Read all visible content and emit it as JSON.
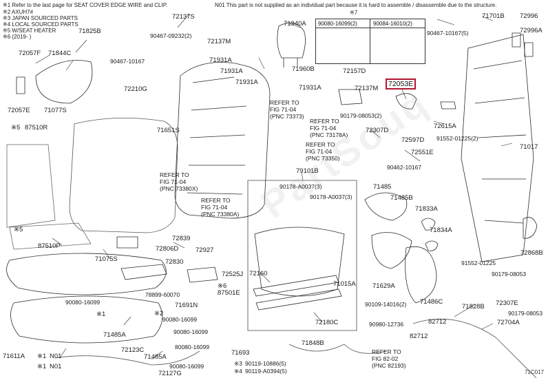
{
  "notes": {
    "n1": "※1  Refer to the last page for SEAT COVER EDGE WIRE and CLIP.",
    "n2": "※2  AXUH7#",
    "n3": "※3  JAPAN SOURCED PARTS",
    "n4": "※4  LOCAL SOURCED PARTS",
    "n5": "※5  W/SEAT HEATER",
    "n6": "※6  (2019- )",
    "n01": "N01  This part is not supplied as an individual part because it is hard to assemble / disassemble due to the structure.",
    "star7": "※7"
  },
  "parts": {
    "p72057F": "72057F",
    "p71844C": "71844C",
    "p71825B": "71825B",
    "p90467_10167_a": "90467-10167",
    "p72057E": "72057E",
    "p72210G": "72210G",
    "p71077S": "71077S",
    "p87510R": "87510R",
    "p90467_09232": "90467-09232(2)",
    "p72137S": "72137S",
    "p72137M_a": "72137M",
    "p71931A_a": "71931A",
    "p71931A_b": "71931A",
    "p71931A_c": "71931A",
    "p71931A_d": "71931A",
    "p71940A": "71940A",
    "p71960B": "71960B",
    "p72157D": "72157D",
    "p72137M_b": "72137M",
    "p72053E": "72053E",
    "p90179_08053_a": "90179-08053(2)",
    "p72307D": "72307D",
    "p72597D": "72597D",
    "p72615A": "72615A",
    "p71701B": "71701B",
    "p72996": "72996",
    "p72996A": "72996A",
    "p90467_10167_b": "90467-10167(5)",
    "p91552_01225": "91552-01225(2)",
    "p71017": "71017",
    "p72551E": "72551E",
    "p90462_10167": "90462-10167",
    "p71651S": "71651S",
    "p79101B": "79101B",
    "p90178_A0037_a": "90178-A0037(3)",
    "p90178_A0037_b": "90178-A0037(3)",
    "p71485": "71485",
    "p71485B": "71485B",
    "p71833A": "71833A",
    "p71834A": "71834A",
    "p72868B": "72868B",
    "p91552_01225_b": "91552-01225",
    "p90179_08053_b": "90179-08053",
    "p87510P": "87510P",
    "p71075S": "71075S",
    "p72839": "72839",
    "p72806D": "72806D",
    "p72830": "72830",
    "p72927": "72927",
    "p72525J": "72525J",
    "p87501E": "87501E",
    "p78899_60070": "78899-60070",
    "p71691N": "71691N",
    "p72160": "72160",
    "p71015A": "71015A",
    "p71629A": "71629A",
    "p71486C": "71486C",
    "p71828B": "71828B",
    "p72307E": "72307E",
    "p90179_08053_c": "90179-08053",
    "p90080_16099_a": "90080-16099",
    "p90080_16099_b": "90080-16099",
    "p90080_16099_c": "90080-16099",
    "p90109_14016": "90109-14016(2)",
    "p72180C": "72180C",
    "p90980_12736": "90980-12736",
    "p82712_a": "82712",
    "p82712_b": "82712",
    "p72704A": "72704A",
    "p71485A_a": "71485A",
    "p71485A_b": "71485A",
    "p72123C": "72123C",
    "p72127G": "72127G",
    "p71611A": "71611A",
    "pN01_a": "N01",
    "pN01_b": "N01",
    "p71693": "71693",
    "p71848B": "71848B",
    "p90119_10886": "90119-10886(5)",
    "p90119_A0394": "90119-A0394(5)",
    "p80080_16099": "80080-16099",
    "p90080_16099_d": "90080-16099"
  },
  "codebox": {
    "left_code": "90080-16099(2)",
    "right_code": "90084-16010(2)"
  },
  "refs": {
    "r1": "REFER TO\nFIG 71-04\n(PNC 73373)",
    "r2": "REFER TO\nFIG 71-04\n(PNC 73178A)",
    "r3": "REFER TO\nFIG 71-04\n(PNC 73350)",
    "r4": "REFER TO\nFIG 71-04\n(PNC 73380X)",
    "r5": "REFER TO\nFIG 71-04\n(PNC 73380A)",
    "r6": "REFER TO\nFIG 82-02\n(PNC 82193)"
  },
  "star_marks": {
    "s1a": "※1",
    "s1b": "※1",
    "s1c": "※1",
    "s2": "※2",
    "s3": "※3",
    "s4": "※4",
    "s5a": "※5",
    "s5b": "※5",
    "s6": "※6"
  },
  "watermark": "PartSouq",
  "corner_code": "71C017",
  "colors": {
    "highlight": "#b3122f",
    "line": "#2a2a2a"
  }
}
